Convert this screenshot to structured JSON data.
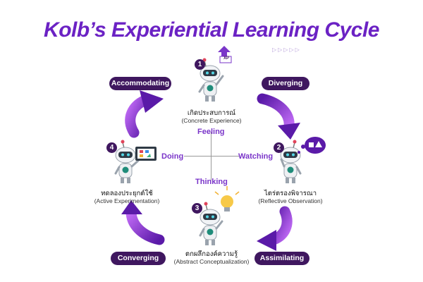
{
  "title": "Kolb’s Experiential Learning Cycle",
  "decoration": "▷▷▷▷▷",
  "pills": {
    "accommodating": "Accommodating",
    "diverging": "Diverging",
    "assimilating": "Assimilating",
    "converging": "Converging"
  },
  "stages": [
    {
      "number": "1",
      "thai": "เกิดประสบการณ์",
      "english": "(Concrete Experience)"
    },
    {
      "number": "2",
      "thai": "ไตร่ตรองพิจารณา",
      "english": "(Reflective Observation)"
    },
    {
      "number": "3",
      "thai": "ตกผลึกองค์ความรู้",
      "english": "(Abstract Conceptualization)"
    },
    {
      "number": "4",
      "thai": "ทดลองประยุกต์ใช้",
      "english": "(Active Experimentation)"
    }
  ],
  "axes": {
    "feeling": "Feeling",
    "thinking": "Thinking",
    "doing": "Doing",
    "watching": "Watching"
  },
  "robot_badge": "XP",
  "colors": {
    "title": "#6b22c4",
    "pill": "#3f175f",
    "axis_text": "#7a35c9",
    "arrow_light": "#b455f0",
    "arrow_dark": "#5a1aa8"
  }
}
